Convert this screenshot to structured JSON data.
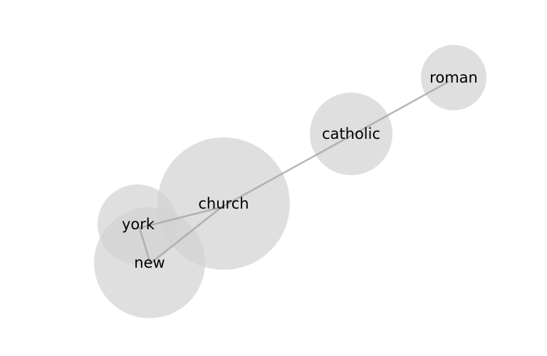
{
  "graph": {
    "nodes": [
      {
        "id": "roman",
        "label": "roman"
      },
      {
        "id": "catholic",
        "label": "catholic"
      },
      {
        "id": "church",
        "label": "church"
      },
      {
        "id": "york",
        "label": "york"
      },
      {
        "id": "new",
        "label": "new"
      }
    ],
    "edges": [
      {
        "source": "roman",
        "target": "catholic"
      },
      {
        "source": "catholic",
        "target": "church"
      },
      {
        "source": "church",
        "target": "york"
      },
      {
        "source": "church",
        "target": "new"
      },
      {
        "source": "york",
        "target": "new"
      }
    ],
    "colors": {
      "node_fill": "#d3d3d3",
      "edge": "#a9a9a9",
      "label": "#000000"
    }
  }
}
